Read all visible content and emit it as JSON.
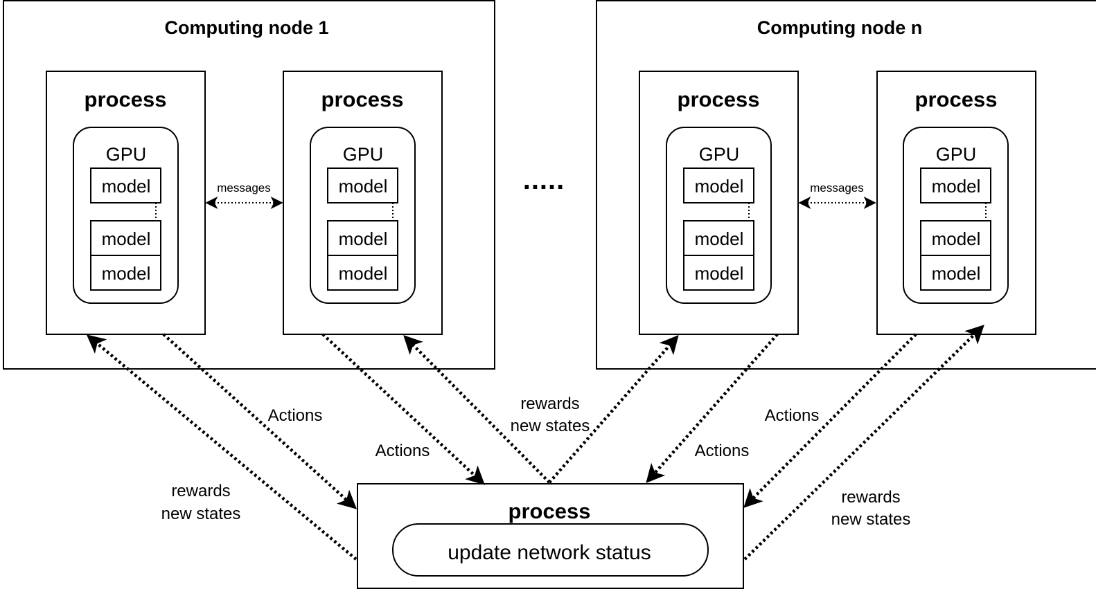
{
  "nodes": [
    {
      "title": "Computing node 1",
      "processes": [
        {
          "title": "process",
          "gpu": "GPU",
          "models": [
            "model",
            "model",
            "model"
          ]
        },
        {
          "title": "process",
          "gpu": "GPU",
          "models": [
            "model",
            "model",
            "model"
          ]
        }
      ],
      "messages_label": "messages"
    },
    {
      "title": "Computing node n",
      "processes": [
        {
          "title": "process",
          "gpu": "GPU",
          "models": [
            "model",
            "model",
            "model"
          ]
        },
        {
          "title": "process",
          "gpu": "GPU",
          "models": [
            "model",
            "model",
            "model"
          ]
        }
      ],
      "messages_label": "messages"
    }
  ],
  "ellipsis": ".....",
  "central": {
    "title": "process",
    "task": "update network status"
  },
  "edge_labels": {
    "actions_1": "Actions",
    "actions_2": "Actions",
    "actions_3": "Actions",
    "actions_4": "Actions",
    "rewards_left": [
      "rewards",
      "new states"
    ],
    "rewards_mid": [
      "rewards",
      "new states"
    ],
    "rewards_right": [
      "rewards",
      "new states"
    ]
  }
}
